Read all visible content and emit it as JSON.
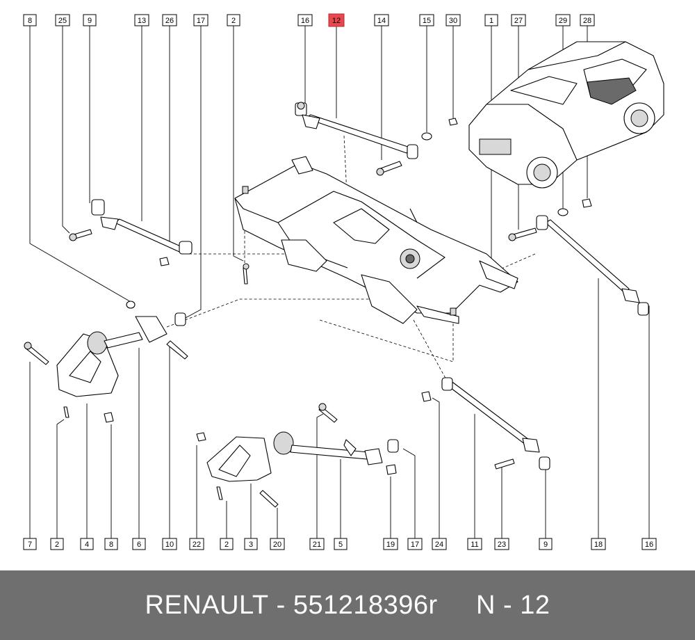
{
  "footer": {
    "brand": "RENAULT",
    "separator": " - ",
    "part_number": "551218396r",
    "ref": "N - 12"
  },
  "callouts_top": [
    "8",
    "25",
    "9",
    "13",
    "26",
    "17",
    "2",
    "16",
    "12",
    "14",
    "15",
    "30",
    "1",
    "27",
    "29",
    "28"
  ],
  "callouts_bottom": [
    "7",
    "2",
    "4",
    "8",
    "6",
    "10",
    "22",
    "2",
    "3",
    "20",
    "21",
    "5",
    "19",
    "17",
    "24",
    "11",
    "23",
    "9",
    "18",
    "16"
  ],
  "highlighted_callout": "12",
  "colors": {
    "highlight": "#e8474e",
    "footer_bg": "#6f6f6f",
    "footer_text": "#ffffff"
  }
}
